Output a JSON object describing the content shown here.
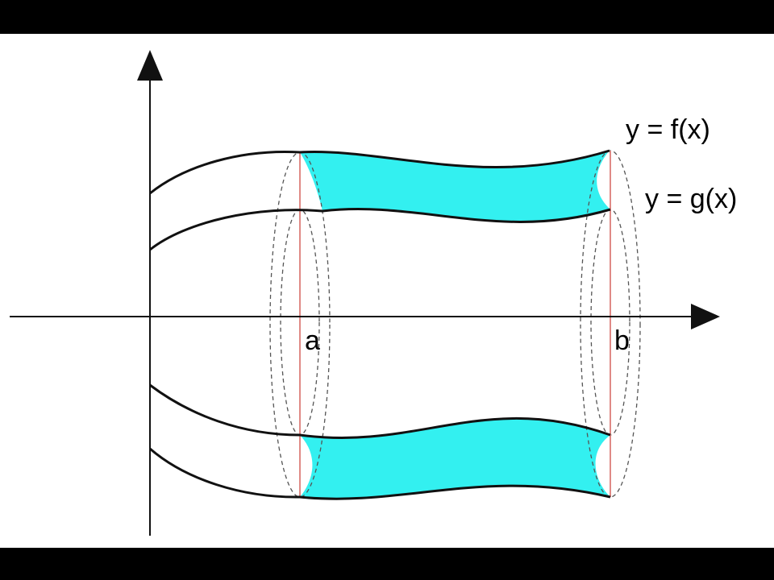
{
  "labels": {
    "f_curve": "y = f(x)",
    "g_curve": "y = g(x)",
    "point_a": "a",
    "point_b": "b"
  },
  "colors": {
    "background_frame": "#000000",
    "canvas": "#ffffff",
    "washer_fill": "#33f0f0",
    "cross_section_line": "#e08a86",
    "curve": "#111111"
  }
}
